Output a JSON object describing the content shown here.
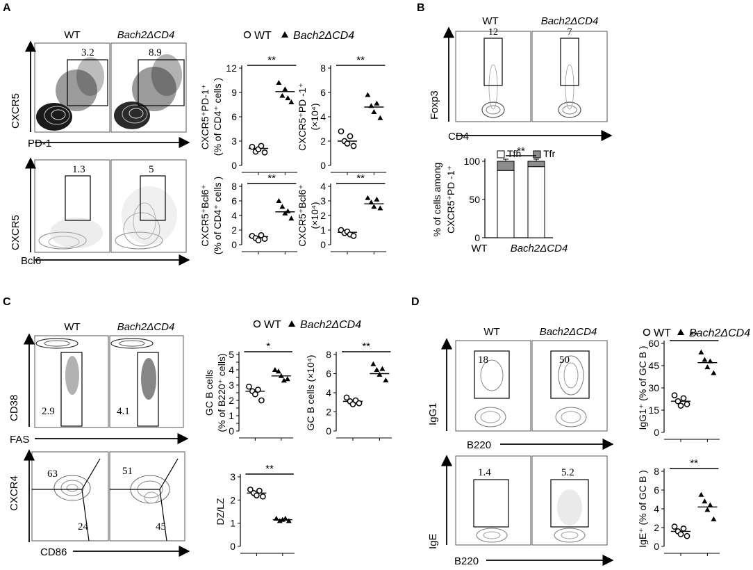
{
  "panels": {
    "A": {
      "label": "A",
      "flow": {
        "columns": [
          "WT",
          "Bach2ΔCD4"
        ],
        "rows": [
          {
            "y_axis": "CXCR5",
            "x_axis": "PD-1",
            "freqs": [
              "3.2",
              "8.9"
            ]
          },
          {
            "y_axis": "CXCR5",
            "x_axis": "Bcl6",
            "freqs": [
              "1.3",
              "5"
            ]
          }
        ]
      },
      "legend": {
        "wt": "WT",
        "ko": "Bach2ΔCD4"
      }
    },
    "B": {
      "label": "B",
      "flow": {
        "columns": [
          "WT",
          "Bach2ΔCD4"
        ],
        "y_axis": "Foxp3",
        "x_axis": "CD4",
        "freqs": [
          "12",
          "7"
        ]
      }
    },
    "C": {
      "label": "C",
      "flow": {
        "columns": [
          "WT",
          "Bach2ΔCD4"
        ],
        "rows": [
          {
            "y_axis": "CD38",
            "x_axis": "FAS",
            "freqs": [
              "2.9",
              "4.1"
            ]
          },
          {
            "y_axis": "CXCR4",
            "x_axis": "CD86",
            "freqs_top": [
              "63",
              "51"
            ],
            "freqs_bottom": [
              "24",
              "45"
            ]
          }
        ]
      },
      "legend": {
        "wt": "WT",
        "ko": "Bach2ΔCD4"
      }
    },
    "D": {
      "label": "D",
      "flow": {
        "columns": [
          "WT",
          "Bach2ΔCD4"
        ],
        "rows": [
          {
            "y_axis": "IgG1",
            "x_axis": "B220",
            "freqs": [
              "18",
              "50"
            ]
          },
          {
            "y_axis": "IgE",
            "x_axis": "B220",
            "freqs": [
              "1.4",
              "5.2"
            ]
          }
        ]
      },
      "legend": {
        "wt": "WT",
        "ko": "Bach2ΔCD4"
      }
    }
  },
  "chart_data": [
    {
      "id": "A1",
      "type": "scatter",
      "ylabel_line1": "CXCR5⁺PD-1⁺",
      "ylabel_line2": "(% of CD4⁺ cells )",
      "ylim": [
        0,
        12
      ],
      "yticks": [
        0,
        3,
        6,
        9,
        12
      ],
      "significance": "**",
      "series": [
        {
          "group": "WT",
          "values": [
            2.3,
            1.7,
            2.0,
            2.4,
            1.6
          ],
          "mean": 2.1
        },
        {
          "group": "Bach2ΔCD4",
          "values": [
            10.2,
            8.6,
            9.4,
            8.3,
            7.8
          ],
          "mean": 9.1
        }
      ]
    },
    {
      "id": "A2",
      "type": "scatter",
      "ylabel_line1": "CXCR5⁺PD -1⁺",
      "ylabel_line2": "(×10⁴)",
      "ylim": [
        0,
        8
      ],
      "yticks": [
        0,
        2,
        4,
        6,
        8
      ],
      "significance": "**",
      "series": [
        {
          "group": "WT",
          "values": [
            2.8,
            2.0,
            1.8,
            2.4,
            1.6
          ],
          "mean": 2.0
        },
        {
          "group": "Bach2ΔCD4",
          "values": [
            5.8,
            4.9,
            4.4,
            5.1,
            3.9
          ],
          "mean": 4.8
        }
      ]
    },
    {
      "id": "A3",
      "type": "scatter",
      "ylabel_line1": "CXCR5⁺Bcl6⁺",
      "ylabel_line2": "(% of CD4⁺ cells )",
      "ylim": [
        0,
        8
      ],
      "yticks": [
        0,
        2,
        4,
        6,
        8
      ],
      "significance": "**",
      "series": [
        {
          "group": "WT",
          "values": [
            1.2,
            0.9,
            0.6,
            1.3,
            0.8
          ],
          "mean": 1.1
        },
        {
          "group": "Bach2ΔCD4",
          "values": [
            6.0,
            5.2,
            4.3,
            4.6,
            3.6
          ],
          "mean": 4.5
        }
      ]
    },
    {
      "id": "A4",
      "type": "scatter",
      "ylabel_line1": "CXCR5⁺Bcl6⁺",
      "ylabel_line2": "(×10⁴)",
      "ylim": [
        0,
        4
      ],
      "yticks": [
        0,
        1,
        2,
        3,
        4
      ],
      "significance": "**",
      "series": [
        {
          "group": "WT",
          "values": [
            1.0,
            0.8,
            0.9,
            0.7,
            0.6
          ],
          "mean": 0.85
        },
        {
          "group": "Bach2ΔCD4",
          "values": [
            3.2,
            2.9,
            2.6,
            3.1,
            2.5
          ],
          "mean": 2.8
        }
      ]
    },
    {
      "id": "B1",
      "type": "bar",
      "ylabel_line1": "% of cells among",
      "ylabel_line2": "CXCR5⁺PD -1⁺",
      "ylim": [
        0,
        100
      ],
      "yticks": [
        0,
        50,
        100
      ],
      "categories": [
        "WT",
        "Bach2ΔCD4"
      ],
      "significance": "**",
      "series": [
        {
          "name": "Tfh",
          "values": [
            88,
            93
          ]
        },
        {
          "name": "Tfr",
          "values": [
            12,
            7
          ]
        }
      ]
    },
    {
      "id": "C1",
      "type": "scatter",
      "ylabel_line1": "GC B cells",
      "ylabel_line2": "(% of B220⁺ cells)",
      "ylim": [
        0,
        5
      ],
      "yticks": [
        0,
        0.5,
        1,
        1.5,
        2,
        2.5,
        3,
        3.5,
        4,
        4.5,
        5
      ],
      "ytick_labels": [
        "0",
        "",
        "1",
        "",
        "2",
        "",
        "3",
        "",
        "4",
        "",
        "5"
      ],
      "significance": "*",
      "series": [
        {
          "group": "WT",
          "values": [
            2.9,
            2.6,
            2.4,
            2.7,
            2.0
          ],
          "mean": 2.6
        },
        {
          "group": "Bach2ΔCD4",
          "values": [
            4.0,
            3.9,
            3.6,
            3.3,
            3.4
          ],
          "mean": 3.6
        }
      ]
    },
    {
      "id": "C2",
      "type": "scatter",
      "ylabel_line1": "GC B cells (×10⁴)",
      "ylim": [
        0,
        8
      ],
      "yticks": [
        0,
        2,
        4,
        6,
        8
      ],
      "significance": "**",
      "series": [
        {
          "group": "WT",
          "values": [
            3.5,
            3.1,
            2.8,
            3.2,
            2.9
          ],
          "mean": 3.1
        },
        {
          "group": "Bach2ΔCD4",
          "values": [
            7.0,
            6.4,
            5.9,
            6.5,
            5.3
          ],
          "mean": 6.0
        }
      ]
    },
    {
      "id": "C3",
      "type": "scatter",
      "ylabel_line1": "DZ/LZ",
      "ylim": [
        0,
        3
      ],
      "yticks": [
        0,
        1,
        2,
        3
      ],
      "significance": "**",
      "series": [
        {
          "group": "WT",
          "values": [
            2.45,
            2.3,
            2.2,
            2.4,
            2.15
          ],
          "mean": 2.3
        },
        {
          "group": "Bach2ΔCD4",
          "values": [
            1.2,
            1.1,
            1.15,
            1.2,
            1.1
          ],
          "mean": 1.15
        }
      ]
    },
    {
      "id": "D1",
      "type": "scatter",
      "ylabel_line1": "IgG1⁺ (% of GC B )",
      "ylim": [
        0,
        60
      ],
      "yticks": [
        0,
        15,
        30,
        45,
        60
      ],
      "significance": "**",
      "series": [
        {
          "group": "WT",
          "values": [
            25,
            21,
            18,
            23,
            19
          ],
          "mean": 21
        },
        {
          "group": "Bach2ΔCD4",
          "values": [
            54,
            49,
            44,
            48,
            40
          ],
          "mean": 47
        }
      ]
    },
    {
      "id": "D2",
      "type": "scatter",
      "ylabel_line1": "IgE⁺ (% of GC B )",
      "ylim": [
        0,
        8
      ],
      "yticks": [
        0,
        2,
        4,
        6,
        8
      ],
      "significance": "**",
      "series": [
        {
          "group": "WT",
          "values": [
            2.1,
            1.6,
            1.3,
            1.9,
            1.1
          ],
          "mean": 1.6
        },
        {
          "group": "Bach2ΔCD4",
          "values": [
            5.5,
            4.8,
            3.9,
            4.4,
            2.9
          ],
          "mean": 4.2
        }
      ]
    }
  ]
}
